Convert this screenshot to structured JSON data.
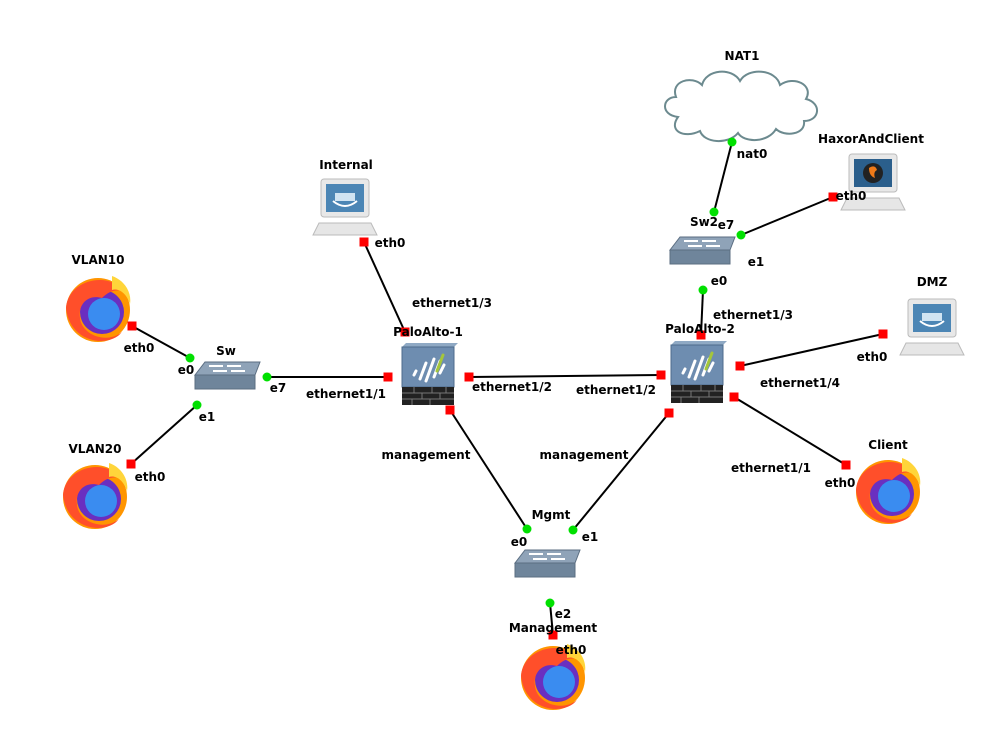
{
  "nodes": [
    {
      "id": "NAT1",
      "label": "NAT1",
      "kind": "cloud"
    },
    {
      "id": "HaxorAndClient",
      "label": "HaxorAndClient",
      "kind": "qemu-host"
    },
    {
      "id": "Sw2",
      "label": "Sw2",
      "kind": "switch"
    },
    {
      "id": "Internal",
      "label": "Internal",
      "kind": "docker-host"
    },
    {
      "id": "VLAN10",
      "label": "VLAN10",
      "kind": "firefox"
    },
    {
      "id": "VLAN20",
      "label": "VLAN20",
      "kind": "firefox"
    },
    {
      "id": "Sw",
      "label": "Sw",
      "kind": "switch"
    },
    {
      "id": "PaloAlto-1",
      "label": "PaloAlto-1",
      "kind": "firewall"
    },
    {
      "id": "PaloAlto-2",
      "label": "PaloAlto-2",
      "kind": "firewall"
    },
    {
      "id": "DMZ",
      "label": "DMZ",
      "kind": "docker-host"
    },
    {
      "id": "Client",
      "label": "Client",
      "kind": "firefox"
    },
    {
      "id": "Mgmt",
      "label": "Mgmt",
      "kind": "switch"
    },
    {
      "id": "Management",
      "label": "Management",
      "kind": "firefox"
    }
  ],
  "links": [
    {
      "a": "VLAN10",
      "a_port": "eth0",
      "a_status": "stopped",
      "b": "Sw",
      "b_port": "e0",
      "b_status": "started"
    },
    {
      "a": "VLAN20",
      "a_port": "eth0",
      "a_status": "stopped",
      "b": "Sw",
      "b_port": "e1",
      "b_status": "started"
    },
    {
      "a": "Sw",
      "a_port": "e7",
      "a_status": "started",
      "b": "PaloAlto-1",
      "b_port": "ethernet1/1",
      "b_status": "stopped"
    },
    {
      "a": "Internal",
      "a_port": "eth0",
      "a_status": "stopped",
      "b": "PaloAlto-1",
      "b_port": "ethernet1/3",
      "b_status": "stopped"
    },
    {
      "a": "PaloAlto-1",
      "a_port": "ethernet1/2",
      "a_status": "stopped",
      "b": "PaloAlto-2",
      "b_port": "ethernet1/2",
      "b_status": "stopped"
    },
    {
      "a": "PaloAlto-1",
      "a_port": "management",
      "a_status": "stopped",
      "b": "Mgmt",
      "b_port": "e0",
      "b_status": "started"
    },
    {
      "a": "PaloAlto-2",
      "a_port": "management",
      "a_status": "stopped",
      "b": "Mgmt",
      "b_port": "e1",
      "b_status": "started"
    },
    {
      "a": "Mgmt",
      "a_port": "e2",
      "a_status": "started",
      "b": "Management",
      "b_port": "eth0",
      "b_status": "stopped"
    },
    {
      "a": "NAT1",
      "a_port": "nat0",
      "a_status": "started",
      "b": "Sw2",
      "b_port": "e7",
      "b_status": "started"
    },
    {
      "a": "Sw2",
      "a_port": "e1",
      "a_status": "started",
      "b": "HaxorAndClient",
      "b_port": "eth0",
      "b_status": "stopped"
    },
    {
      "a": "Sw2",
      "a_port": "e0",
      "a_status": "started",
      "b": "PaloAlto-2",
      "b_port": "ethernet1/3",
      "b_status": "stopped"
    },
    {
      "a": "PaloAlto-2",
      "a_port": "ethernet1/4",
      "a_status": "stopped",
      "b": "DMZ",
      "b_port": "eth0",
      "b_status": "stopped"
    },
    {
      "a": "PaloAlto-2",
      "a_port": "ethernet1/1",
      "a_status": "stopped",
      "b": "Client",
      "b_port": "eth0",
      "b_status": "stopped"
    }
  ],
  "colors": {
    "started": "#00e000",
    "stopped": "#ff0000",
    "link": "#000000"
  }
}
